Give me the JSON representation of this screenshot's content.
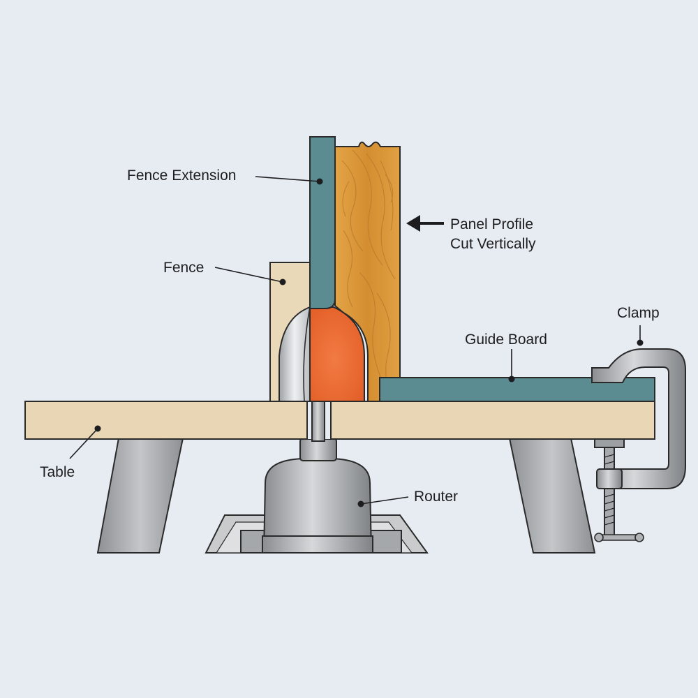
{
  "labels": {
    "fence_extension": "Fence Extension",
    "fence": "Fence",
    "panel_profile_line1": "Panel Profile",
    "panel_profile_line2": "Cut Vertically",
    "clamp": "Clamp",
    "guide_board": "Guide Board",
    "table": "Table",
    "router": "Router"
  },
  "colors": {
    "background": "#e6ecf2",
    "table": "#e8d6b4",
    "fence": "#ead9b8",
    "fence_extension": "#5b8c92",
    "guide_board": "#5b8c92",
    "panel": "#d9993a",
    "router_bit": "#ec6a34",
    "metal": "#b7b9bb",
    "outline": "#2a2a2a"
  }
}
